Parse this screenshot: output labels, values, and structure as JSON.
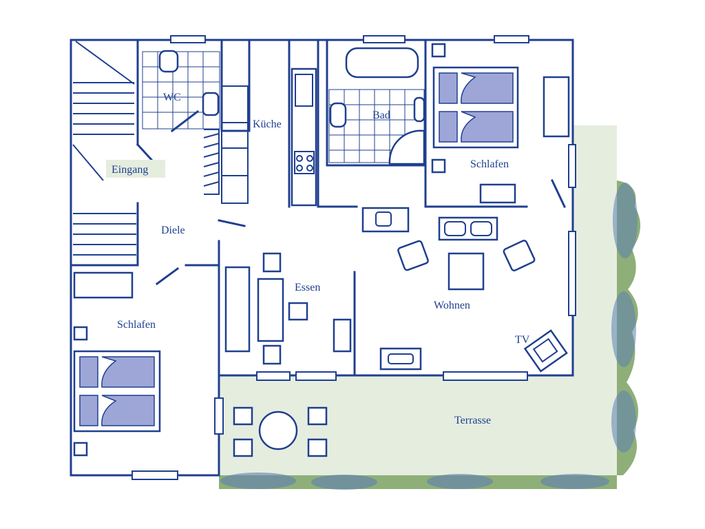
{
  "rooms": {
    "wc": "WC",
    "kueche": "Küche",
    "bad": "Bad",
    "schlafen_top": "Schlafen",
    "eingang": "Eingang",
    "diele": "Diele",
    "essen": "Essen",
    "wohnen": "Wohnen",
    "tv": "TV",
    "schlafen_left": "Schlafen",
    "terrasse": "Terrasse"
  },
  "colors": {
    "ink": "#1f3f8f",
    "terrace": "#e5eddf",
    "hedge": "#8eaf78",
    "bed_fill": "#9ea6d8"
  }
}
